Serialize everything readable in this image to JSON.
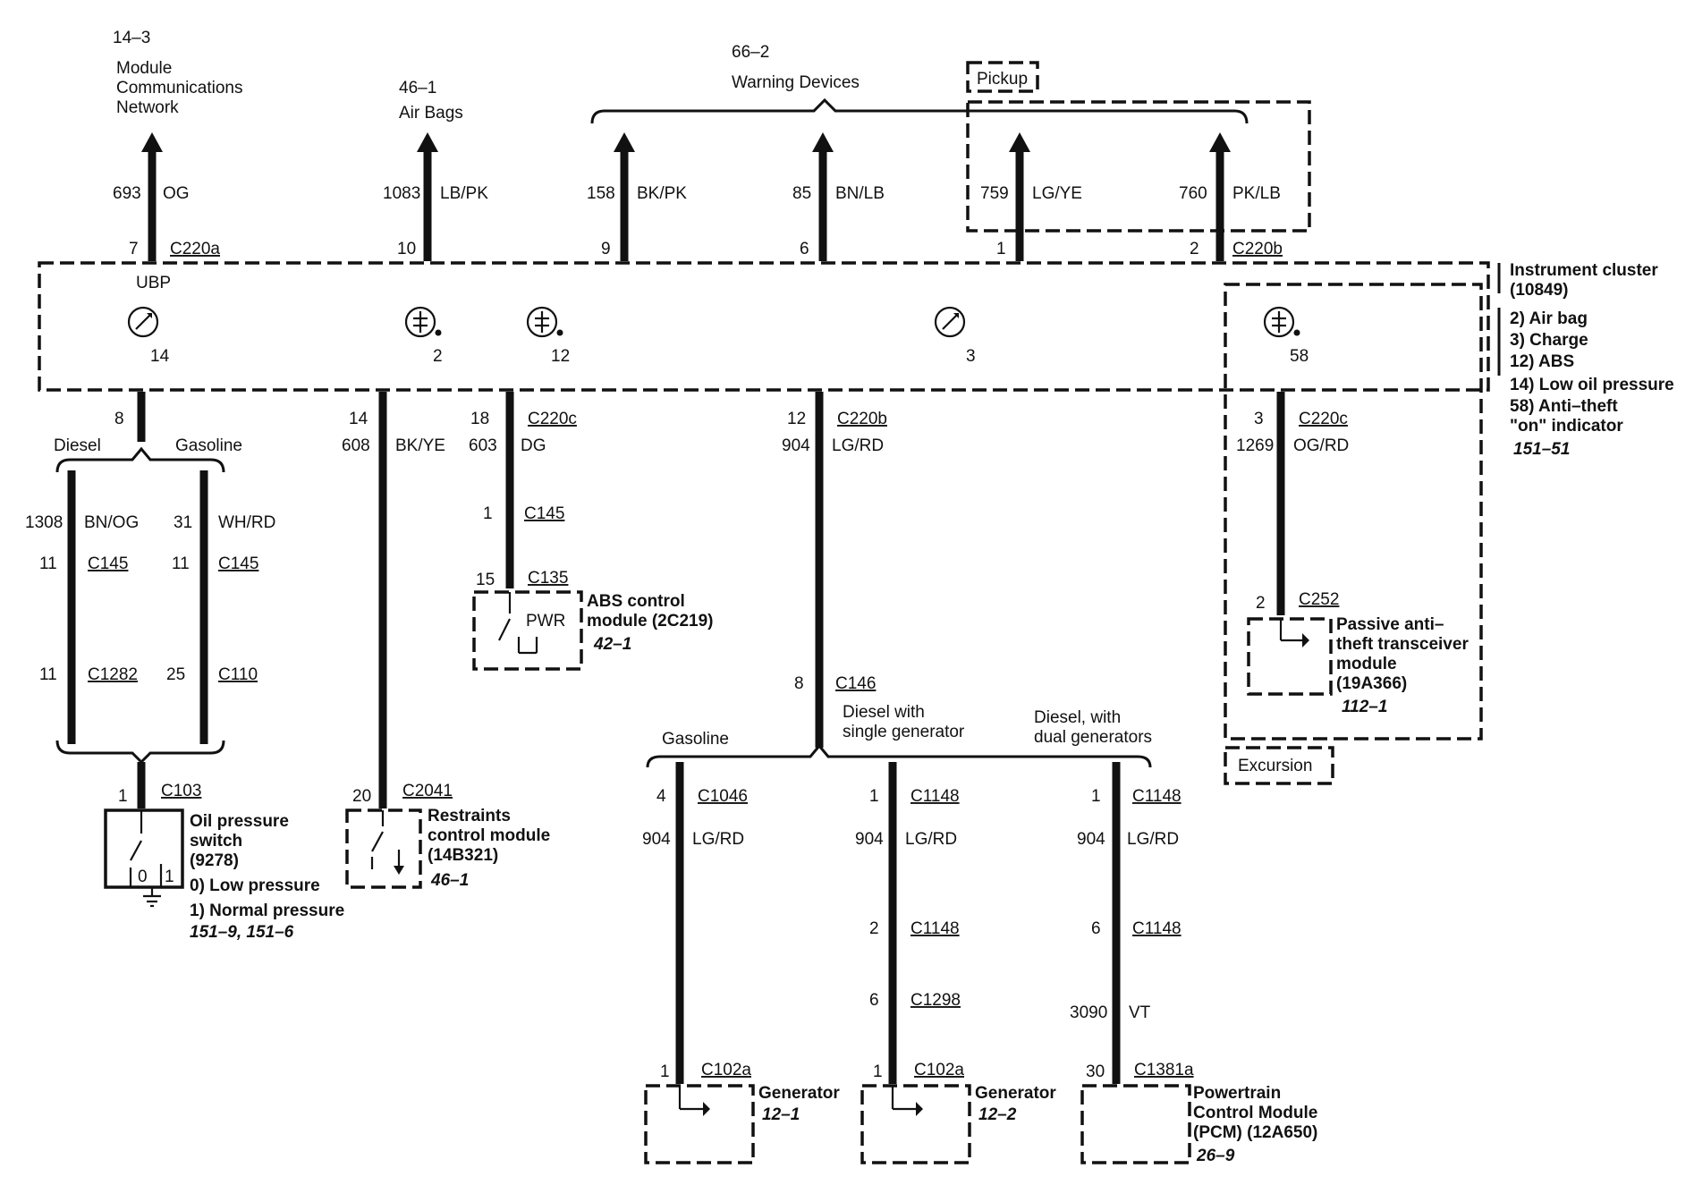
{
  "destinations": {
    "mcn": {
      "ref": "14–3",
      "l1": "Module",
      "l2": "Communications",
      "l3": "Network"
    },
    "airbags": {
      "ref": "46–1",
      "name": "Air Bags"
    },
    "warning": {
      "ref": "66–2",
      "name": "Warning Devices"
    },
    "pickup": "Pickup"
  },
  "top_wires": [
    {
      "circuit": "693",
      "color": "OG",
      "pin": "7",
      "connector": "C220a"
    },
    {
      "circuit": "1083",
      "color": "LB/PK",
      "pin": "10",
      "connector": ""
    },
    {
      "circuit": "158",
      "color": "BK/PK",
      "pin": "9",
      "connector": ""
    },
    {
      "circuit": "85",
      "color": "BN/LB",
      "pin": "6",
      "connector": ""
    },
    {
      "circuit": "759",
      "color": "LG/YE",
      "pin": "1",
      "connector": ""
    },
    {
      "circuit": "760",
      "color": "PK/LB",
      "pin": "2",
      "connector": "C220b"
    }
  ],
  "cluster": {
    "title": "Instrument cluster",
    "part": "(10849)",
    "ubp": "UBP",
    "legend": [
      "2) Air bag",
      "3) Charge",
      "12) ABS",
      "14) Low oil pressure",
      "58) Anti–theft",
      "\"on\" indicator"
    ],
    "ref": "151–51",
    "indicators": [
      "14",
      "2",
      "12",
      "3",
      "58"
    ]
  },
  "oil": {
    "pin_top": "8",
    "diesel": "Diesel",
    "gasoline": "Gasoline",
    "d_circuit": "1308",
    "d_color": "BN/OG",
    "g_circuit": "31",
    "g_color": "WH/RD",
    "d_pin1": "11",
    "d_conn1": "C145",
    "g_pin1": "11",
    "g_conn1": "C145",
    "d_pin2": "11",
    "d_conn2": "C1282",
    "g_pin2": "25",
    "g_conn2": "C110",
    "sw_pin": "1",
    "sw_conn": "C103",
    "l1": "Oil pressure",
    "l2": "switch",
    "l3": "(9278)",
    "s0": "0) Low pressure",
    "s1": "1) Normal pressure",
    "ref": "151–9, 151–6",
    "pos0": "0",
    "pos1": "1"
  },
  "restraints": {
    "pin_top": "14",
    "circuit": "608",
    "color": "BK/YE",
    "pin": "20",
    "conn": "C2041",
    "l1": "Restraints",
    "l2": "control module",
    "l3": "(14B321)",
    "ref": "46–1"
  },
  "abs": {
    "pin_top": "18",
    "conn_top": "C220c",
    "circuit": "603",
    "color": "DG",
    "pin2": "1",
    "conn2": "C145",
    "pin3": "15",
    "conn3": "C135",
    "pwr": "PWR",
    "l1": "ABS control",
    "l2": "module (2C219)",
    "ref": "42–1"
  },
  "charge": {
    "pin_top": "12",
    "conn_top": "C220b",
    "circuit": "904",
    "color": "LG/RD",
    "pin2": "8",
    "conn2": "C146",
    "b1": "Gasoline",
    "b2a": "Diesel with",
    "b2b": "single generator",
    "b3a": "Diesel, with",
    "b3b": "dual generators",
    "g": {
      "pin": "4",
      "conn": "C1046",
      "circuit": "904",
      "color": "LG/RD",
      "pin_b": "1",
      "conn_b": "C102a",
      "name": "Generator",
      "ref": "12–1"
    },
    "s": {
      "pin": "1",
      "conn": "C1148",
      "circuit": "904",
      "color": "LG/RD",
      "pin2": "2",
      "conn2": "C1148",
      "pin3": "6",
      "conn3": "C1298",
      "pin_b": "1",
      "conn_b": "C102a",
      "name": "Generator",
      "ref": "12–2"
    },
    "d": {
      "pin": "1",
      "conn": "C1148",
      "circuit": "904",
      "color": "LG/RD",
      "pin2": "6",
      "conn2": "C1148",
      "circuit2": "3090",
      "color2": "VT",
      "pin_b": "30",
      "conn_b": "C1381a",
      "l1": "Powertrain",
      "l2": "Control Module",
      "l3": "(PCM) (12A650)",
      "ref": "26–9"
    }
  },
  "pats": {
    "pin_top": "3",
    "conn_top": "C220c",
    "circuit": "1269",
    "color": "OG/RD",
    "pin2": "2",
    "conn2": "C252",
    "l1": "Passive anti–",
    "l2": "theft transceiver",
    "l3": "module",
    "l4": "(19A366)",
    "ref": "112–1",
    "excursion": "Excursion"
  }
}
